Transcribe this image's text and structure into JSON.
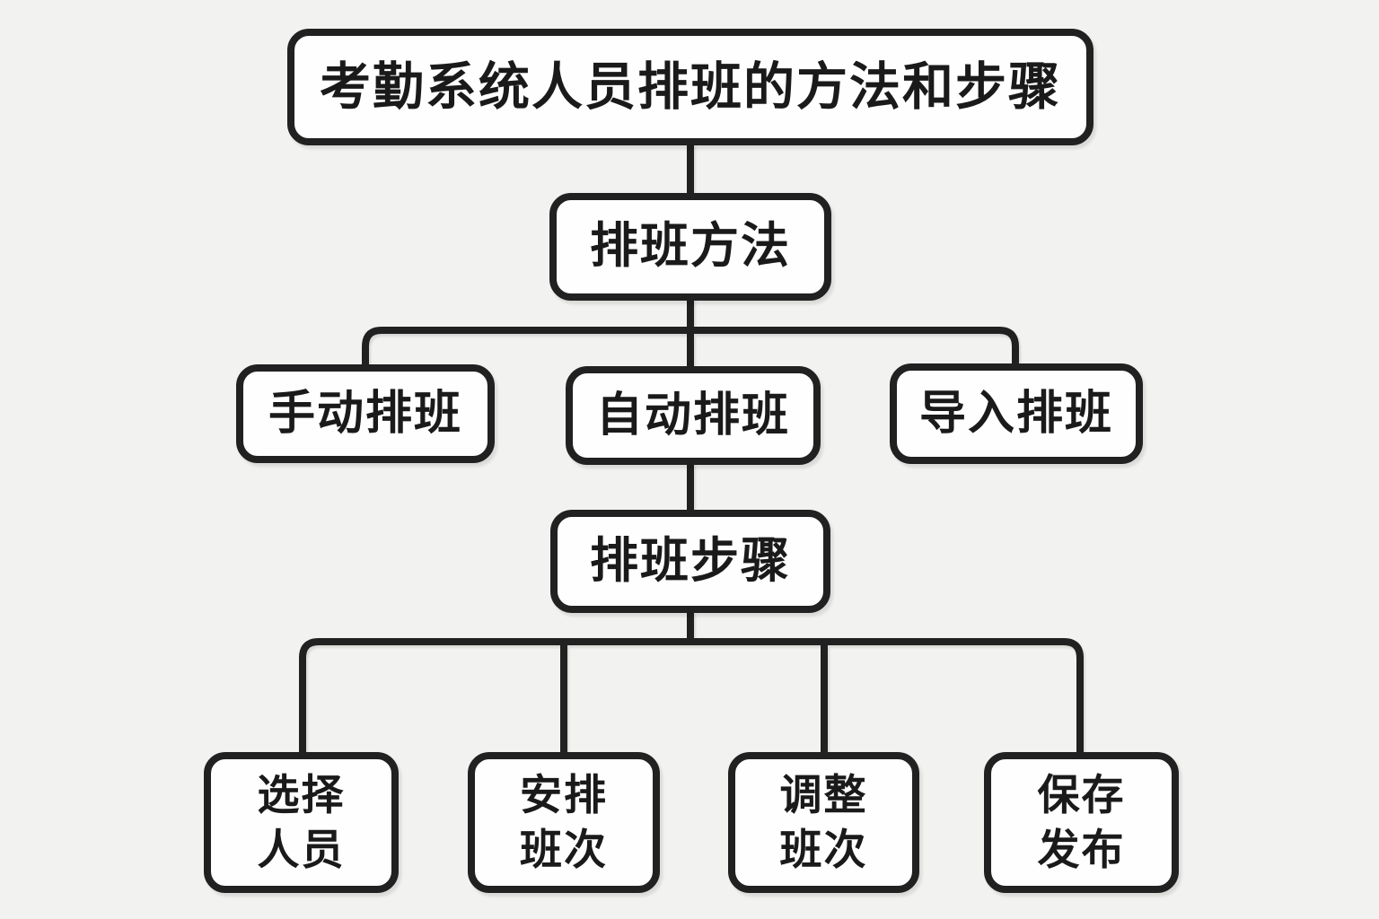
{
  "colors": {
    "background": "#f2f2f0",
    "stroke": "#212121",
    "node_fill": "#fefefe",
    "text": "#1a1a1a"
  },
  "diagram": {
    "type": "flowchart",
    "title": "考勤系统人员排班的方法和步骤",
    "nodes": [
      {
        "id": "root",
        "label": "考勤系统人员排班的方法和步骤",
        "level": 1
      },
      {
        "id": "methods",
        "label": "排班方法",
        "level": 2
      },
      {
        "id": "manual",
        "label": "手动排班",
        "level": 3
      },
      {
        "id": "auto",
        "label": "自动排班",
        "level": 3
      },
      {
        "id": "import",
        "label": "导入排班",
        "level": 3
      },
      {
        "id": "steps",
        "label": "排班步骤",
        "level": 4
      },
      {
        "id": "select-staff",
        "label": "选择\n人员",
        "level": 5
      },
      {
        "id": "arrange-shifts",
        "label": "安排\n班次",
        "level": 5
      },
      {
        "id": "adjust-shifts",
        "label": "调整\n班次",
        "level": 5
      },
      {
        "id": "save-publish",
        "label": "保存\n发布",
        "level": 5
      }
    ],
    "edges": [
      {
        "from": "root",
        "to": "methods"
      },
      {
        "from": "methods",
        "to": "manual"
      },
      {
        "from": "methods",
        "to": "auto"
      },
      {
        "from": "methods",
        "to": "import"
      },
      {
        "from": "auto",
        "to": "steps"
      },
      {
        "from": "steps",
        "to": "select-staff"
      },
      {
        "from": "steps",
        "to": "arrange-shifts"
      },
      {
        "from": "steps",
        "to": "adjust-shifts"
      },
      {
        "from": "steps",
        "to": "save-publish"
      }
    ]
  }
}
